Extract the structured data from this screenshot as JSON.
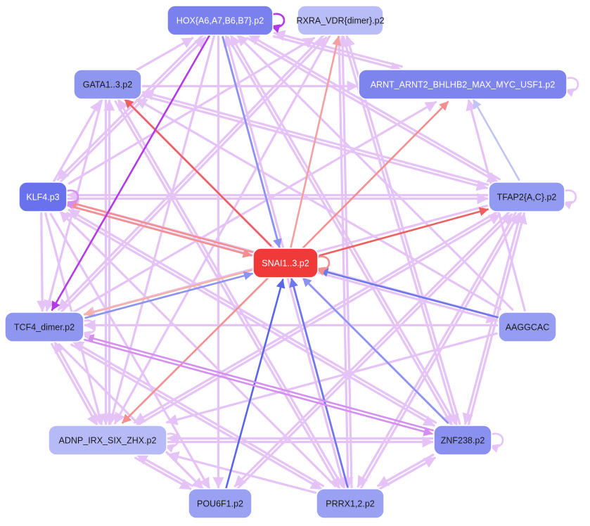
{
  "nodes": [
    {
      "id": "hox",
      "label": "HOX{A6,A7,B6,B7}.p2",
      "fill": "#7a80ee",
      "text": "#ffffff"
    },
    {
      "id": "rxra",
      "label": "RXRA_VDR{dimer}.p2",
      "fill": "#b9bdf7",
      "text": "#1a1a1a"
    },
    {
      "id": "gata",
      "label": "GATA1..3.p2",
      "fill": "#8f96f0",
      "text": "#1a1a1a"
    },
    {
      "id": "arnt",
      "label": "ARNT_ARNT2_BHLHB2_MAX_MYC_USF1.p2",
      "fill": "#7e84ee",
      "text": "#ffffff"
    },
    {
      "id": "klf4",
      "label": "KLF4.p3",
      "fill": "#6a71ec",
      "text": "#ffffff"
    },
    {
      "id": "tfap2",
      "label": "TFAP2{A,C}.p2",
      "fill": "#939af1",
      "text": "#1a1a1a"
    },
    {
      "id": "snai",
      "label": "SNAI1..3.p2",
      "fill": "#f03a3a",
      "text": "#ffffff"
    },
    {
      "id": "tcf4",
      "label": "TCF4_dimer.p2",
      "fill": "#8f96f0",
      "text": "#1a1a1a"
    },
    {
      "id": "aaggcac",
      "label": "AAGGCAC",
      "fill": "#959cf1",
      "text": "#1a1a1a"
    },
    {
      "id": "adnp",
      "label": "ADNP_IRX_SIX_ZHX.p2",
      "fill": "#b6bbf7",
      "text": "#1a1a1a"
    },
    {
      "id": "znf238",
      "label": "ZNF238.p2",
      "fill": "#8990ef",
      "text": "#1a1a1a"
    },
    {
      "id": "pou6f1",
      "label": "POU6F1.p2",
      "fill": "#9aa1f2",
      "text": "#1a1a1a"
    },
    {
      "id": "prrx",
      "label": "PRRX1,2.p2",
      "fill": "#9aa1f2",
      "text": "#1a1a1a"
    }
  ],
  "edges": [
    {
      "from": "klf4",
      "to": "snai",
      "color": "#f58f8f"
    },
    {
      "from": "snai",
      "to": "klf4",
      "color": "#f58f8f"
    },
    {
      "from": "snai",
      "to": "gata",
      "color": "#ee6060"
    },
    {
      "from": "snai",
      "to": "tfap2",
      "color": "#ee6060"
    },
    {
      "from": "snai",
      "to": "arnt",
      "color": "#f58f8f"
    },
    {
      "from": "snai",
      "to": "rxra",
      "color": "#f5a0a0"
    },
    {
      "from": "snai",
      "to": "adnp",
      "color": "#f58f8f"
    },
    {
      "from": "snai",
      "to": "tcf4",
      "color": "#f5b0a8"
    },
    {
      "from": "hox",
      "to": "snai",
      "color": "#8a93f0"
    },
    {
      "from": "tcf4",
      "to": "snai",
      "color": "#8a93f0"
    },
    {
      "from": "aaggcac",
      "to": "snai",
      "color": "#6d78ec"
    },
    {
      "from": "znf238",
      "to": "snai",
      "color": "#8a93f0"
    },
    {
      "from": "pou6f1",
      "to": "snai",
      "color": "#5a66ea"
    },
    {
      "from": "prrx",
      "to": "snai",
      "color": "#6d78ec"
    },
    {
      "from": "tfap2",
      "to": "arnt",
      "color": "#c0c4f5"
    },
    {
      "from": "hox",
      "to": "tcf4",
      "color": "#b43ae8"
    },
    {
      "from": "tcf4",
      "to": "znf238",
      "color": "#d48ff0"
    },
    {
      "from": "znf238",
      "to": "tcf4",
      "color": "#d48ff0"
    },
    {
      "from": "klf4",
      "to": "tfap2",
      "color": "#e6c3f7"
    },
    {
      "from": "tfap2",
      "to": "klf4",
      "color": "#e6c3f7"
    },
    {
      "from": "gata",
      "to": "arnt",
      "color": "#e6c3f7"
    },
    {
      "from": "gata",
      "to": "tfap2",
      "color": "#e6c3f7"
    },
    {
      "from": "gata",
      "to": "tcf4",
      "color": "#e6c3f7"
    },
    {
      "from": "gata",
      "to": "adnp",
      "color": "#e6c3f7"
    },
    {
      "from": "gata",
      "to": "hox",
      "color": "#e6c3f7"
    },
    {
      "from": "gata",
      "to": "prrx",
      "color": "#e6c3f7"
    },
    {
      "from": "klf4",
      "to": "hox",
      "color": "#e6c3f7"
    },
    {
      "from": "klf4",
      "to": "rxra",
      "color": "#e6c3f7"
    },
    {
      "from": "klf4",
      "to": "tcf4",
      "color": "#e6c3f7"
    },
    {
      "from": "klf4",
      "to": "adnp",
      "color": "#e6c3f7"
    },
    {
      "from": "klf4",
      "to": "pou6f1",
      "color": "#e6c3f7"
    },
    {
      "from": "klf4",
      "to": "aaggcac",
      "color": "#e6c3f7"
    },
    {
      "from": "klf4",
      "to": "gata",
      "color": "#e6c3f7"
    },
    {
      "from": "klf4",
      "to": "znf238",
      "color": "#e6c3f7"
    },
    {
      "from": "hox",
      "to": "arnt",
      "color": "#e6c3f7"
    },
    {
      "from": "hox",
      "to": "tfap2",
      "color": "#e6c3f7"
    },
    {
      "from": "hox",
      "to": "klf4",
      "color": "#e6c3f7"
    },
    {
      "from": "hox",
      "to": "adnp",
      "color": "#e6c3f7"
    },
    {
      "from": "hox",
      "to": "prrx",
      "color": "#e6c3f7"
    },
    {
      "from": "hox",
      "to": "pou6f1",
      "color": "#e6c3f7"
    },
    {
      "from": "hox",
      "to": "znf238",
      "color": "#e6c3f7"
    },
    {
      "from": "arnt",
      "to": "hox",
      "color": "#e6c3f7"
    },
    {
      "from": "rxra",
      "to": "tcf4",
      "color": "#e6c3f7"
    },
    {
      "from": "rxra",
      "to": "adnp",
      "color": "#e6c3f7"
    },
    {
      "from": "rxra",
      "to": "znf238",
      "color": "#e6c3f7"
    },
    {
      "from": "rxra",
      "to": "prrx",
      "color": "#e6c3f7"
    },
    {
      "from": "tfap2",
      "to": "adnp",
      "color": "#e6c3f7"
    },
    {
      "from": "tfap2",
      "to": "tcf4",
      "color": "#e6c3f7"
    },
    {
      "from": "tfap2",
      "to": "prrx",
      "color": "#e6c3f7"
    },
    {
      "from": "tfap2",
      "to": "znf238",
      "color": "#e6c3f7"
    },
    {
      "from": "tfap2",
      "to": "hox",
      "color": "#e6c3f7"
    },
    {
      "from": "tfap2",
      "to": "gata",
      "color": "#e6c3f7"
    },
    {
      "from": "tfap2",
      "to": "pou6f1",
      "color": "#e6c3f7"
    },
    {
      "from": "tcf4",
      "to": "adnp",
      "color": "#e6c3f7"
    },
    {
      "from": "tcf4",
      "to": "pou6f1",
      "color": "#e6c3f7"
    },
    {
      "from": "tcf4",
      "to": "arnt",
      "color": "#e6c3f7"
    },
    {
      "from": "tcf4",
      "to": "rxra",
      "color": "#e6c3f7"
    },
    {
      "from": "tcf4",
      "to": "prrx",
      "color": "#e6c3f7"
    },
    {
      "from": "aaggcac",
      "to": "tcf4",
      "color": "#e6c3f7"
    },
    {
      "from": "aaggcac",
      "to": "adnp",
      "color": "#e6c3f7"
    },
    {
      "from": "aaggcac",
      "to": "klf4",
      "color": "#e6c3f7"
    },
    {
      "from": "aaggcac",
      "to": "gata",
      "color": "#e6c3f7"
    },
    {
      "from": "aaggcac",
      "to": "hox",
      "color": "#e6c3f7"
    },
    {
      "from": "aaggcac",
      "to": "arnt",
      "color": "#e6c3f7"
    },
    {
      "from": "znf238",
      "to": "adnp",
      "color": "#e6c3f7"
    },
    {
      "from": "znf238",
      "to": "hox",
      "color": "#e6c3f7"
    },
    {
      "from": "znf238",
      "to": "rxra",
      "color": "#e6c3f7"
    },
    {
      "from": "znf238",
      "to": "gata",
      "color": "#e6c3f7"
    },
    {
      "from": "znf238",
      "to": "klf4",
      "color": "#e6c3f7"
    },
    {
      "from": "znf238",
      "to": "tfap2",
      "color": "#e6c3f7"
    },
    {
      "from": "znf238",
      "to": "prrx",
      "color": "#e6c3f7"
    },
    {
      "from": "adnp",
      "to": "znf238",
      "color": "#e6c3f7"
    },
    {
      "from": "adnp",
      "to": "pou6f1",
      "color": "#e6c3f7"
    },
    {
      "from": "adnp",
      "to": "tfap2",
      "color": "#e6c3f7"
    },
    {
      "from": "adnp",
      "to": "gata",
      "color": "#e6c3f7"
    },
    {
      "from": "adnp",
      "to": "tcf4",
      "color": "#e6c3f7"
    },
    {
      "from": "prrx",
      "to": "adnp",
      "color": "#e6c3f7"
    },
    {
      "from": "prrx",
      "to": "tcf4",
      "color": "#e6c3f7"
    },
    {
      "from": "prrx",
      "to": "hox",
      "color": "#e6c3f7"
    },
    {
      "from": "prrx",
      "to": "rxra",
      "color": "#e6c3f7"
    },
    {
      "from": "prrx",
      "to": "tfap2",
      "color": "#e6c3f7"
    },
    {
      "from": "prrx",
      "to": "znf238",
      "color": "#e6c3f7"
    },
    {
      "from": "prrx",
      "to": "klf4",
      "color": "#e6c3f7"
    },
    {
      "from": "prrx",
      "to": "gata",
      "color": "#e6c3f7"
    },
    {
      "from": "pou6f1",
      "to": "tfap2",
      "color": "#e6c3f7"
    },
    {
      "from": "pou6f1",
      "to": "adnp",
      "color": "#e6c3f7"
    }
  ],
  "self_loops": [
    {
      "node": "hox",
      "color": "#b43ae8"
    },
    {
      "node": "arnt",
      "color": "#e6c3f7"
    },
    {
      "node": "klf4",
      "color": "#d48ff0"
    },
    {
      "node": "tfap2",
      "color": "#e6c3f7"
    },
    {
      "node": "snai",
      "color": "#f58f8f"
    },
    {
      "node": "tcf4",
      "color": "#e6c3f7"
    },
    {
      "node": "adnp",
      "color": "#e6c3f7"
    },
    {
      "node": "znf238",
      "color": "#e6c3f7"
    }
  ]
}
